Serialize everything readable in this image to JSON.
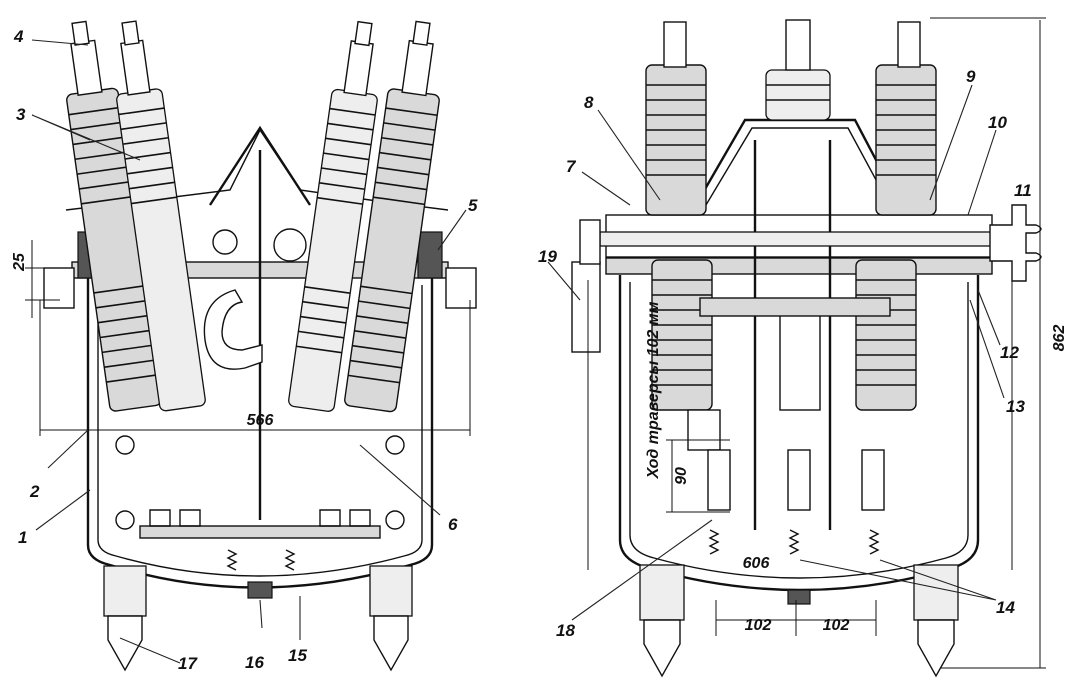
{
  "left_view": {
    "labels": [
      "1",
      "2",
      "3",
      "4",
      "5",
      "6",
      "15",
      "16",
      "17"
    ],
    "dimensions": {
      "width": "566",
      "flange": "25"
    }
  },
  "right_view": {
    "labels": [
      "7",
      "8",
      "9",
      "10",
      "11",
      "12",
      "13",
      "14",
      "18",
      "19"
    ],
    "dimensions": {
      "height": "862",
      "width": "606",
      "spacing_a": "102",
      "spacing_b": "102",
      "travel": "90"
    },
    "vertical_text": "Ход траверсы 102 мм"
  }
}
